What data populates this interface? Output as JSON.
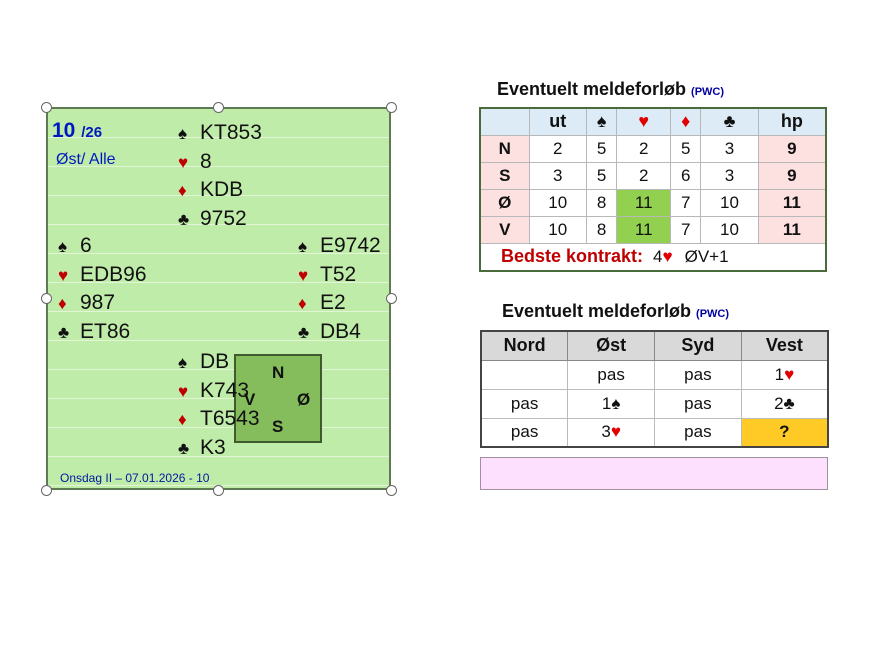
{
  "board": {
    "number": "10",
    "total": "/26",
    "dealer_vul": "Øst/ Alle",
    "footer": "Onsdag II – 07.01.2026 - 10",
    "north": {
      "spades": "KT853",
      "hearts": "8",
      "diamonds": "KDB",
      "clubs": "9752"
    },
    "west": {
      "spades": "6",
      "hearts": "EDB96",
      "diamonds": "987",
      "clubs": "ET86"
    },
    "east": {
      "spades": "E9742",
      "hearts": "T52",
      "diamonds": "E2",
      "clubs": "DB4"
    },
    "south": {
      "spades": "DB",
      "hearts": "K743",
      "diamonds": "T6543",
      "clubs": "K3"
    },
    "compass": {
      "n": "N",
      "s": "S",
      "e": "Ø",
      "w": "V"
    }
  },
  "suits": {
    "spades": "♠",
    "hearts": "♥",
    "diamonds": "♦",
    "clubs": "♣"
  },
  "tricks_table": {
    "title": "Eventuelt meldeforløb",
    "title_tag": "(PWC)",
    "headers": [
      "",
      "ut",
      "♠",
      "♥",
      "♦",
      "♣",
      "hp"
    ],
    "rows": [
      [
        "N",
        "2",
        "5",
        "2",
        "5",
        "3",
        "9"
      ],
      [
        "S",
        "3",
        "5",
        "2",
        "6",
        "3",
        "9"
      ],
      [
        "Ø",
        "10",
        "8",
        "11",
        "7",
        "10",
        "11"
      ],
      [
        "V",
        "10",
        "8",
        "11",
        "7",
        "10",
        "11"
      ]
    ],
    "best_label": "Bedste kontrakt:",
    "best_level": "4",
    "best_suit": "♥",
    "best_result": "ØV+1"
  },
  "bidding": {
    "title": "Eventuelt meldeforløb",
    "title_tag": "(PWC)",
    "headers": [
      "Nord",
      "Øst",
      "Syd",
      "Vest"
    ],
    "rows": [
      [
        {
          "t": ""
        },
        {
          "t": "pas"
        },
        {
          "t": "pas"
        },
        {
          "l": "1",
          "s": "♥"
        }
      ],
      [
        {
          "t": "pas"
        },
        {
          "l": "1",
          "s": "♠"
        },
        {
          "t": "pas"
        },
        {
          "l": "2",
          "s": "♣"
        }
      ],
      [
        {
          "t": "pas"
        },
        {
          "l": "3",
          "s": "♥"
        },
        {
          "t": "pas"
        },
        {
          "t": "?"
        }
      ]
    ]
  },
  "colors": {
    "board_bg": "#c0ecaa",
    "compass_bg": "#86bd5c",
    "highlight": "#92d050",
    "pending": "#ffc926",
    "note_bg": "#fde0fd"
  }
}
